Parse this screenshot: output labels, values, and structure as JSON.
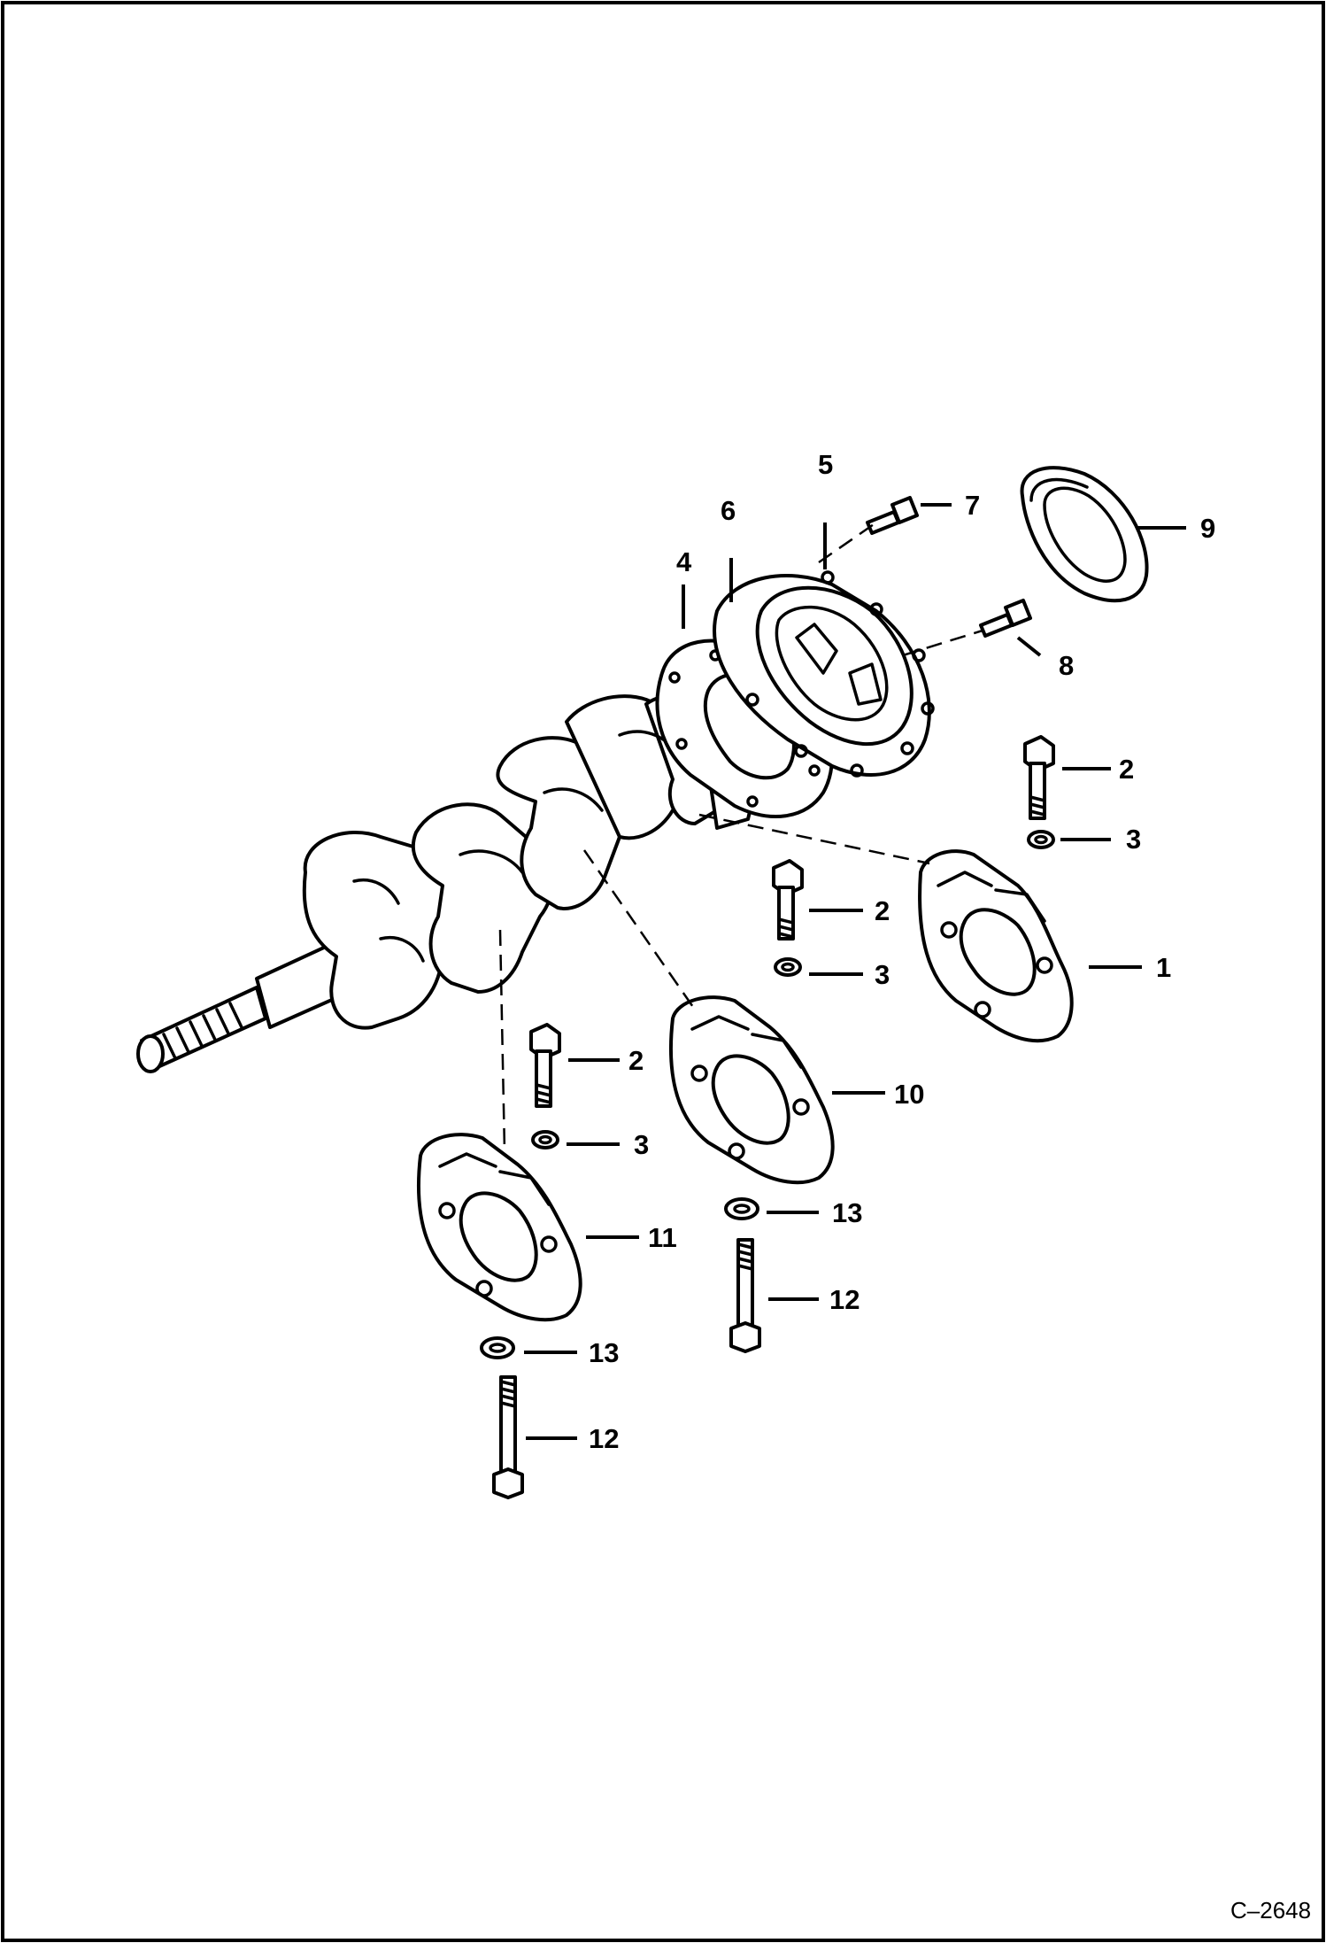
{
  "figure_id": "C–2648",
  "callouts": {
    "c1": "1",
    "c2a": "2",
    "c2b": "2",
    "c2c": "2",
    "c3a": "3",
    "c3b": "3",
    "c3c": "3",
    "c4": "4",
    "c5": "5",
    "c6": "6",
    "c7": "7",
    "c8": "8",
    "c9": "9",
    "c10": "10",
    "c11": "11",
    "c12a": "12",
    "c12b": "12",
    "c13a": "13",
    "c13b": "13"
  }
}
